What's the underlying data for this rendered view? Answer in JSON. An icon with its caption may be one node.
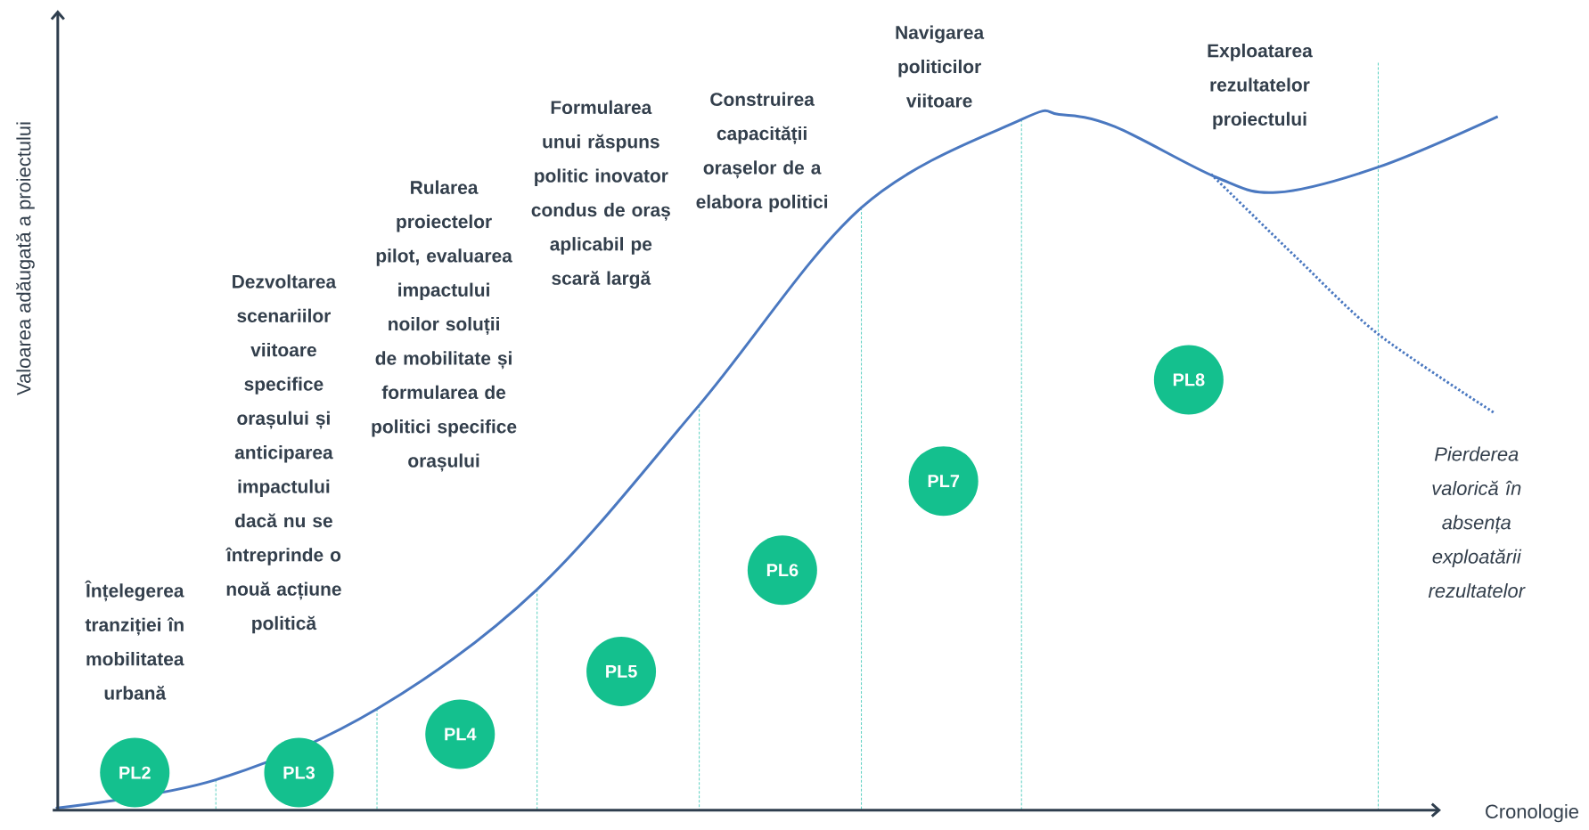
{
  "diagram": {
    "nodes": [
      {
        "text": [
          "PL2"
        ]
      },
      {
        "text": [
          "PL3"
        ]
      },
      {
        "text": [
          "PL4"
        ]
      },
      {
        "text": [
          "PL5"
        ]
      },
      {
        "text": [
          "PL6"
        ]
      },
      {
        "text": [
          "PL7"
        ]
      },
      {
        "text": [
          "PL8"
        ]
      }
    ],
    "labels": [
      "Valoarea adăugată a proiectului",
      "Navigarea politicilor viitoare",
      "Exploatarea rezultatelor proiectului",
      "Formularea unui răspuns politic inovator condus de oraș aplicabil pe scară largă",
      "Construirea capacității orașelor de a elabora politici",
      "Rularea proiectelor pilot, evaluarea impactului noilor soluții de mobilitate și formularea de politici specifice orașului",
      "Dezvoltarea scenariilor viitoare specifice orașului și anticiparea impactului dacă nu se întreprinde o nouă acțiune politică",
      "Pierderea valorică în absența exploatării rezultatelor",
      "Înțelegerea tranziției în mobilitatea urbană",
      "Cronologie"
    ]
  }
}
